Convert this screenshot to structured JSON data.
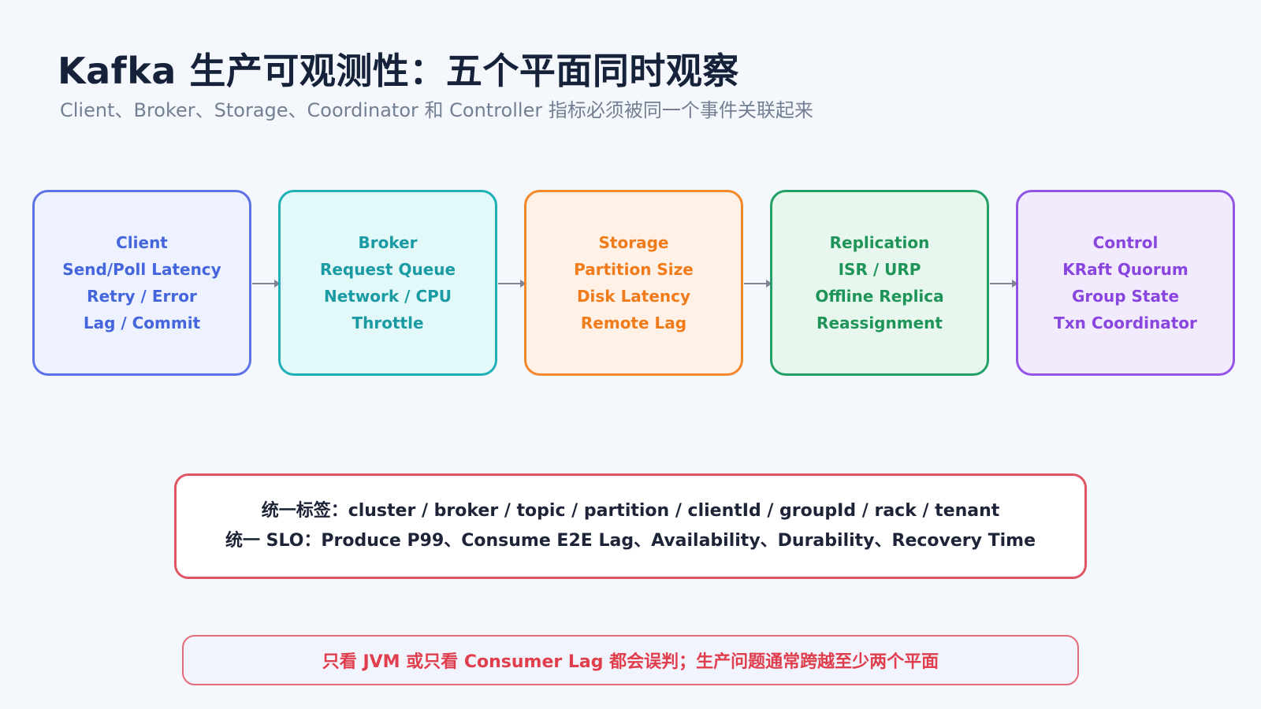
{
  "header": {
    "title": "Kafka 生产可观测性：五个平面同时观察",
    "subtitle": "Client、Broker、Storage、Coordinator 和 Controller 指标必须被同一个事件关联起来"
  },
  "planes": [
    {
      "lines": [
        "Client",
        "Send/Poll Latency",
        "Retry / Error",
        "Lag / Commit"
      ]
    },
    {
      "lines": [
        "Broker",
        "Request Queue",
        "Network / CPU",
        "Throttle"
      ]
    },
    {
      "lines": [
        "Storage",
        "Partition Size",
        "Disk Latency",
        "Remote Lag"
      ]
    },
    {
      "lines": [
        "Replication",
        "ISR / URP",
        "Offline Replica",
        "Reassignment"
      ]
    },
    {
      "lines": [
        "Control",
        "KRaft Quorum",
        "Group State",
        "Txn Coordinator"
      ]
    }
  ],
  "unified": {
    "labels": "统一标签：cluster / broker / topic / partition / clientId / groupId / rack / tenant",
    "slo": "统一 SLO：Produce P99、Consume E2E Lag、Availability、Durability、Recovery Time"
  },
  "warning": {
    "text": "只看 JVM 或只看 Consumer Lag 都会误判；生产问题通常跨越至少两个平面"
  },
  "colors": {
    "client": "#4565dd",
    "broker": "#1a9aa3",
    "storage": "#f07b1a",
    "replication": "#1f9459",
    "control": "#8946df",
    "alert": "#e03e4c"
  }
}
